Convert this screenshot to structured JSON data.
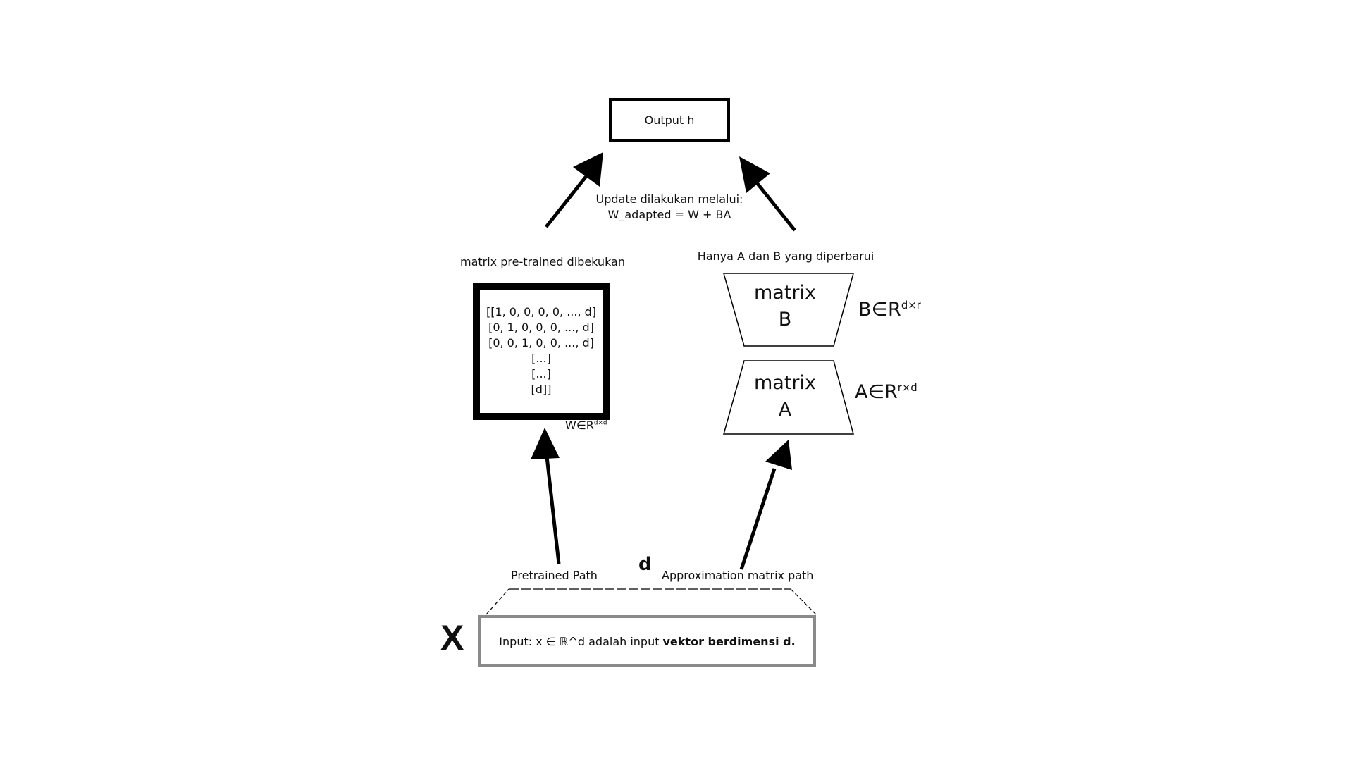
{
  "output": {
    "label": "Output h"
  },
  "update_note": {
    "line1": "Update dilakukan melalui:",
    "line2": "W_adapted = W + BA"
  },
  "frozen_branch": {
    "label": "matrix pre-trained dibekukan",
    "rows": [
      "[[1, 0, 0, 0, 0, ..., d]",
      "[0, 1, 0, 0, 0, ..., d]",
      "[0, 0, 1, 0, 0, ..., d]",
      "[...]",
      "[...]",
      "[d]]"
    ],
    "dim_base": "W∈R",
    "dim_sup": "d×d"
  },
  "trainable_branch": {
    "label": "Hanya A dan B yang diperbarui",
    "matrix_b": {
      "line1": "matrix",
      "line2": "B",
      "dim_base": "B∈R",
      "dim_sup": "d×r"
    },
    "matrix_a": {
      "line1": "matrix",
      "line2": "A",
      "dim_base": "A∈R",
      "dim_sup": "r×d"
    }
  },
  "input": {
    "symbol": "X",
    "dimension": "d",
    "pretrained_path": "Pretrained Path",
    "approx_path": "Approximation matrix path",
    "text_regular": "Input: x ∈ ℝ^d adalah input",
    "text_bold": "vektor berdimensi d."
  },
  "colors": {
    "stroke": "#000000",
    "input_border": "#8a8a8a",
    "background": "#ffffff"
  }
}
